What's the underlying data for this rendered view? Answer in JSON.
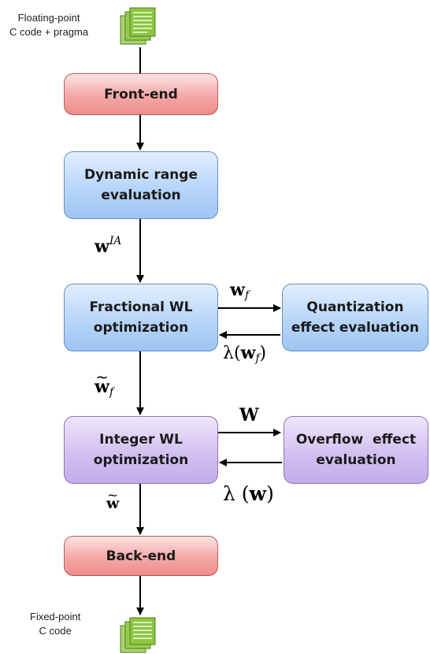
{
  "input_file": {
    "label_line1": "Floating-point",
    "label_line2": "C code + pragma"
  },
  "output_file": {
    "label_line1": "Fixed-point",
    "label_line2": "C code"
  },
  "boxes": {
    "front_end": {
      "line1": "Front-end"
    },
    "dynamic_range": {
      "line1": "Dynamic range",
      "line2": "evaluation"
    },
    "fractional_wl": {
      "line1": "Fractional WL",
      "line2": "optimization"
    },
    "quantization": {
      "line1": "Quantization",
      "line2": "effect evaluation"
    },
    "integer_wl": {
      "line1": "Integer WL",
      "line2": "optimization"
    },
    "overflow": {
      "line1": "Overflow  effect",
      "line2": "evaluation"
    },
    "back_end": {
      "line1": "Back-end"
    }
  },
  "edge_labels": {
    "w_ia": {
      "base": "w",
      "sup": "IA"
    },
    "w_f": {
      "base": "w",
      "sub": "f"
    },
    "lambda_w_f": {
      "open": "λ(",
      "base": "w",
      "sub": "f",
      "close": ")"
    },
    "w_tilde_f": {
      "base": "w",
      "sub": "f"
    },
    "w": {
      "base": "W"
    },
    "lambda_w": {
      "open": "λ (",
      "base": "w",
      "close": ")"
    },
    "w_tilde": {
      "base": "w"
    }
  },
  "colors": {
    "terminal_box": "#f5a7a7",
    "blue_box": "#b7d5f9",
    "purple_box": "#d3c0f0",
    "file_icon": "#8dc63f"
  }
}
